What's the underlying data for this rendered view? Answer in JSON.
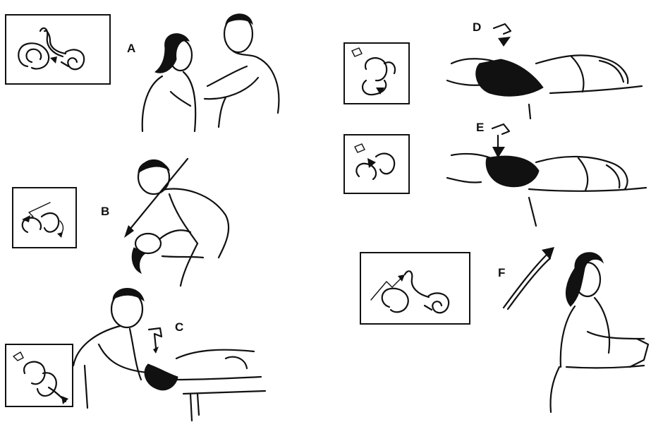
{
  "steps": [
    {
      "id": "A",
      "label": "A"
    },
    {
      "id": "B",
      "label": "B"
    },
    {
      "id": "C",
      "label": "C"
    },
    {
      "id": "D",
      "label": "D"
    },
    {
      "id": "E",
      "label": "E"
    },
    {
      "id": "F",
      "label": "F"
    }
  ],
  "colors": {
    "ink": "#111111",
    "paper": "#ffffff"
  },
  "icons": [
    "inner-ear-icon",
    "direction-arrow-icon",
    "rotation-arrow-icon"
  ]
}
